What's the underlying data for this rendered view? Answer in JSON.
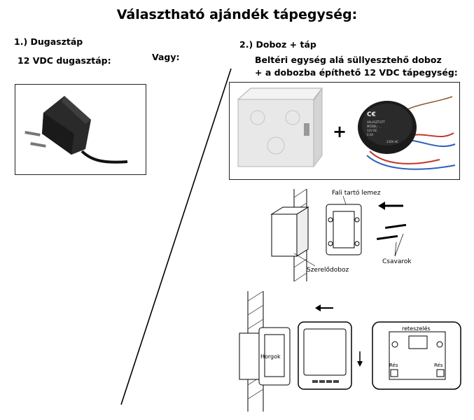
{
  "title": "Választható ajándék tápegység:",
  "option1": {
    "heading": "1.)  Dugasztáp",
    "subheading": "12 VDC dugasztáp:"
  },
  "or_label": "Vagy:",
  "option2": {
    "heading": "2.)  Doboz + táp",
    "line1": "Beltéri egység alá süllyesztehő doboz",
    "line2": "+ a dobozba építhető  12 VDC tápegység:",
    "plus": "+"
  },
  "diagram1": {
    "label_plate": "Fali tartó lemez",
    "label_box": "Szerelődoboz",
    "label_screws": "Csavarok"
  },
  "diagram2": {
    "label_hook": "Horgok",
    "label_lock": "reteszelés",
    "label_slot_left": "Rés",
    "label_slot_right": "Rés"
  },
  "module_text": [
    "VALASZTOTT",
    "MODEL: ...",
    "12V DC",
    "0.5A",
    "230V AC"
  ]
}
